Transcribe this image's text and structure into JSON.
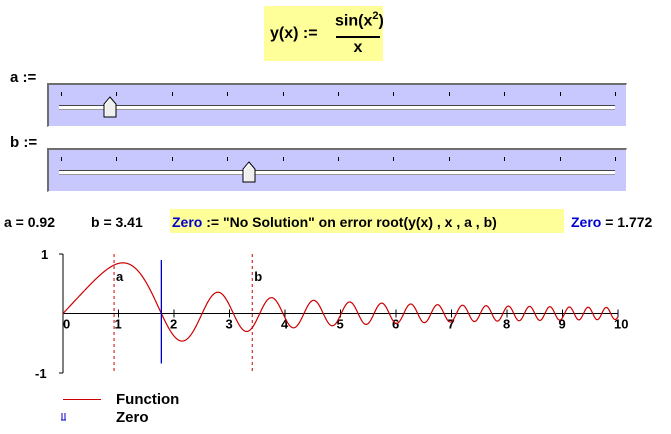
{
  "formula": {
    "lhs": "y(x) :=",
    "numerator_base": "sin(x",
    "numerator_exp": "2",
    "numerator_close": ")",
    "denominator": "x"
  },
  "sliders": [
    {
      "label": "a :=",
      "value": 0.92,
      "min": 0,
      "max": 10
    },
    {
      "label": "b :=",
      "value": 3.41,
      "min": 0,
      "max": 10
    }
  ],
  "status": {
    "a_text": "a = 0.92",
    "b_text": "b = 3.41",
    "zero_assign_name": "Zero",
    "zero_assign_expr": ":= \"No Solution\"   on error  root(y(x) , x , a , b)",
    "zero_result_name": "Zero",
    "zero_result_value": "= 1.772"
  },
  "chart_data": {
    "type": "line",
    "function": "sin(x^2)/x",
    "xlim": [
      0,
      10
    ],
    "ylim": [
      -1,
      1
    ],
    "x_ticks": [
      "0",
      "1",
      "2",
      "3",
      "4",
      "5",
      "6",
      "7",
      "8",
      "9",
      "10"
    ],
    "y_ticks": [
      "1",
      "-1"
    ],
    "markers": [
      {
        "label": "a",
        "x": 0.92,
        "style": "dashed",
        "color": "#cc0000"
      },
      {
        "label": "b",
        "x": 3.41,
        "style": "dashed",
        "color": "#cc0000"
      },
      {
        "label": "",
        "x": 1.772,
        "style": "solid",
        "color": "#0000cc"
      }
    ],
    "legend": [
      "Function",
      "Zero"
    ],
    "colors": {
      "function": "#cc0000",
      "zero": "#0000cc"
    }
  }
}
